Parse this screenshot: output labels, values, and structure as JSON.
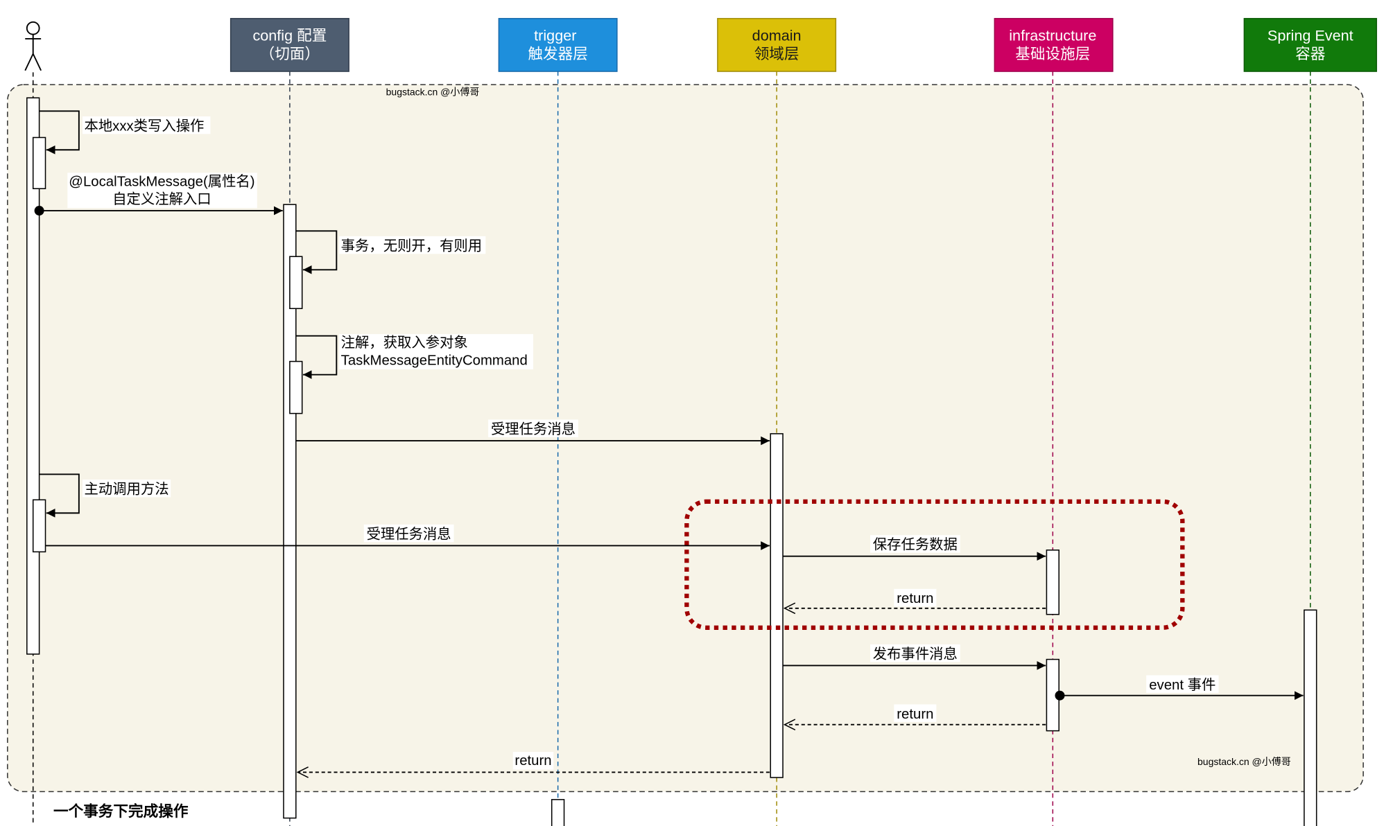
{
  "participants": [
    {
      "id": "actor",
      "type": "actor",
      "label1": "",
      "label2": ""
    },
    {
      "id": "config",
      "label1": "config 配置",
      "label2": "（切面）",
      "fill": "#4e5d70",
      "stroke": "#313d4d",
      "lifeline": "#313d4d",
      "text_color": "#ffffff"
    },
    {
      "id": "trigger",
      "label1": "trigger",
      "label2": "触发器层",
      "fill": "#1e8fdc",
      "stroke": "#1769aa",
      "lifeline": "#1769aa",
      "text_color": "#ffffff"
    },
    {
      "id": "domain",
      "label1": "domain",
      "label2": "领域层",
      "fill": "#dbc008",
      "stroke": "#a08c0a",
      "lifeline": "#a08c0a",
      "text_color": "#1a1a1a"
    },
    {
      "id": "infrastructure",
      "label1": "infrastructure",
      "label2": "基础设施层",
      "fill": "#cc0062",
      "stroke": "#9e004b",
      "lifeline": "#9e004b",
      "text_color": "#ffffff"
    },
    {
      "id": "spring_event",
      "label1": "Spring Event",
      "label2": "容器",
      "fill": "#117a0b",
      "stroke": "#0b5a06",
      "lifeline": "#0b5a06",
      "text_color": "#ffffff"
    }
  ],
  "frame": {
    "watermark_top": "bugstack.cn @小傅哥",
    "watermark_bottom": "bugstack.cn @小傅哥",
    "footer_note": "一个事务下完成操作",
    "fill": "#f7f4e8"
  },
  "highlight": {
    "color": "#a00000"
  },
  "messages": [
    {
      "id": "m1",
      "label1": "本地xxx类写入操作",
      "label2": "",
      "kind": "self",
      "from": "actor"
    },
    {
      "id": "m2",
      "label1": "@LocalTaskMessage(属性名)",
      "label2": "自定义注解入口",
      "kind": "sync",
      "from": "actor",
      "to": "config"
    },
    {
      "id": "m3",
      "label1": "事务，无则开，有则用",
      "label2": "",
      "kind": "self",
      "from": "config"
    },
    {
      "id": "m4",
      "label1": "注解，获取入参对象",
      "label2": "TaskMessageEntityCommand",
      "kind": "self",
      "from": "config"
    },
    {
      "id": "m5",
      "label1": "受理任务消息",
      "label2": "",
      "kind": "sync",
      "from": "config",
      "to": "domain"
    },
    {
      "id": "m6",
      "label1": "主动调用方法",
      "label2": "",
      "kind": "self",
      "from": "actor"
    },
    {
      "id": "m7",
      "label1": "受理任务消息",
      "label2": "",
      "kind": "sync",
      "from": "actor",
      "to": "domain"
    },
    {
      "id": "m8",
      "label1": "保存任务数据",
      "label2": "",
      "kind": "sync",
      "from": "domain",
      "to": "infrastructure"
    },
    {
      "id": "m9",
      "label1": "return",
      "label2": "",
      "kind": "return",
      "from": "infrastructure",
      "to": "domain"
    },
    {
      "id": "m10",
      "label1": "发布事件消息",
      "label2": "",
      "kind": "sync",
      "from": "domain",
      "to": "infrastructure"
    },
    {
      "id": "m11",
      "label1": "event 事件",
      "label2": "",
      "kind": "sync",
      "from": "infrastructure",
      "to": "spring_event"
    },
    {
      "id": "m12",
      "label1": "return",
      "label2": "",
      "kind": "return",
      "from": "infrastructure",
      "to": "domain"
    },
    {
      "id": "m13",
      "label1": "return",
      "label2": "",
      "kind": "return",
      "from": "domain",
      "to": "config"
    }
  ]
}
